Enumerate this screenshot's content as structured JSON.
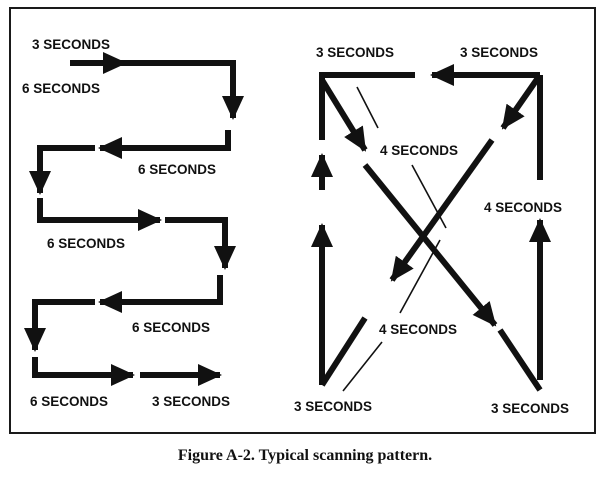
{
  "figure": {
    "caption": "Figure A-2. Typical scanning pattern.",
    "colors": {
      "stroke": "#111111",
      "background": "#ffffff"
    }
  },
  "left_pattern": {
    "labels": [
      "3 SECONDS",
      "6 SECONDS",
      "6 SECONDS",
      "6 SECONDS",
      "6 SECONDS",
      "6 SECONDS",
      "3 SECONDS"
    ]
  },
  "right_pattern": {
    "labels": [
      "3 SECONDS",
      "3 SECONDS",
      "4 SECONDS",
      "4 SECONDS",
      "4 SECONDS",
      "3 SECONDS",
      "3 SECONDS"
    ]
  }
}
